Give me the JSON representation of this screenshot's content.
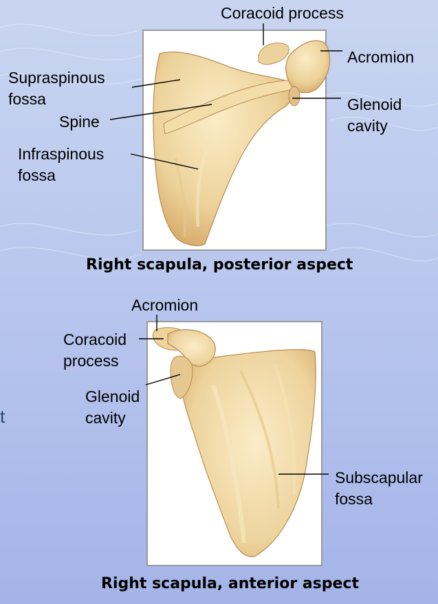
{
  "posterior": {
    "caption": "Right scapula, posterior aspect",
    "labels": {
      "coracoid_process": "Coracoid process",
      "acromion": "Acromion",
      "supraspinous_fossa": "Supraspinous\nfossa",
      "spine": "Spine",
      "glenoid_cavity": "Glenoid\ncavity",
      "infraspinous_fossa": "Infraspinous\nfossa"
    }
  },
  "anterior": {
    "caption": "Right scapula, anterior aspect",
    "labels": {
      "acromion": "Acromion",
      "coracoid_process": "Coracoid\nprocess",
      "glenoid_cavity": "Glenoid\ncavity",
      "subscapular_fossa": "Subscapular\nfossa"
    }
  },
  "background_fragment": "t",
  "colors": {
    "background_top": "#b6c6ea",
    "background_bottom": "#a3b3e6",
    "bone_light": "#f6e3b5",
    "bone_mid": "#e7c88a",
    "bone_dark": "#c79b5b"
  }
}
